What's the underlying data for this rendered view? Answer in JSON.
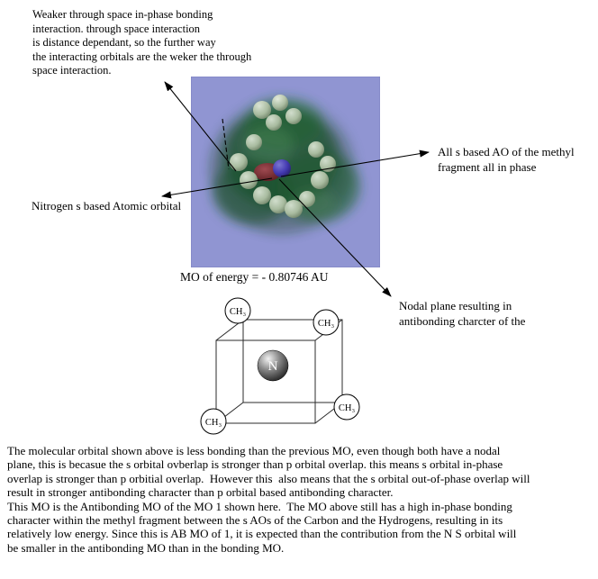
{
  "annotations": {
    "weaker": {
      "lines": [
        "Weaker through space in-phase bonding",
        "interaction. through space interaction",
        "is distance dependant, so the further way",
        "the interacting orbitals are the weker the through",
        "space interaction."
      ]
    },
    "all_s_ao": {
      "lines": [
        "All s based AO of the methyl",
        "fragment all in phase"
      ]
    },
    "nitrogen_ao": {
      "text": "Nitrogen s based Atomic orbital"
    },
    "nodal_plane": {
      "lines": [
        "Nodal plane resulting in",
        "antibonding charcter of the"
      ]
    }
  },
  "caption": {
    "text": "MO of energy = - 0.80746 AU"
  },
  "cube_diagram": {
    "center_label": "N",
    "corner_labels": [
      "CH₃",
      "CH₃",
      "CH₃",
      "CH₃"
    ]
  },
  "body_text": {
    "lines": [
      "The molecular orbital shown above is less bonding than the previous MO, even though both have a nodal",
      "plane, this is becasue the s orbital ovberlap is stronger than p orbital overlap. this means s orbital in-phase",
      "overlap is stronger than p orbitial overlap.  However this  also means that the s orbital out-of-phase overlap will",
      "result in stronger antibonding character than p orbital based antibonding character.",
      "This MO is the Antibonding MO of the MO 1 shown here.  The MO above still has a high in-phase bonding",
      "character within the methyl fragment between the s AOs of the Carbon and the Hydrogens, resulting in its",
      "relatively low energy. Since this is AB MO of 1, it is expected than the contribution from the N S orbital will",
      "be smaller in the antibonding MO than in the bonding MO."
    ]
  },
  "colors": {
    "page_background": "#ffffff",
    "mo_square": "#9095d2",
    "orbital_green": "#1d5a2e",
    "nitrogen_sphere_blue": "#4a33c8",
    "text": "#000000"
  }
}
